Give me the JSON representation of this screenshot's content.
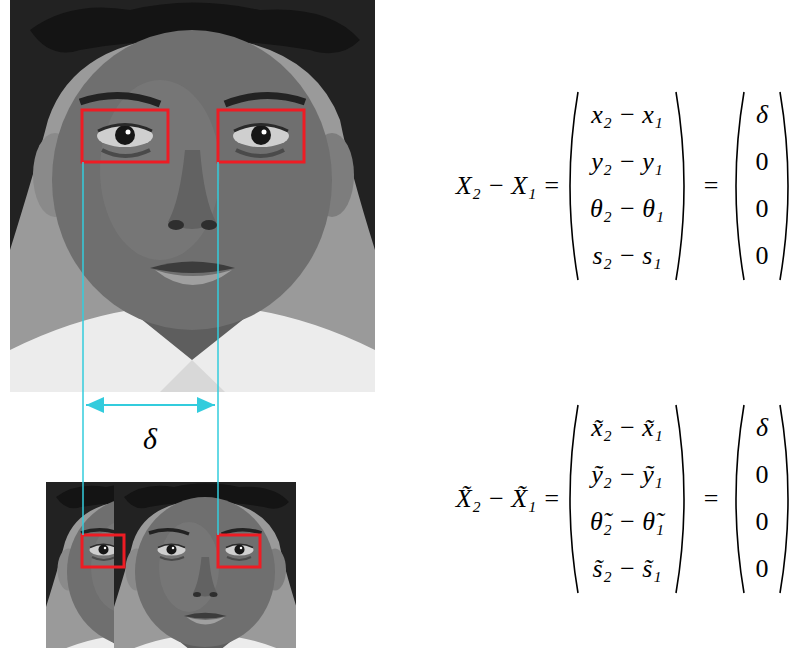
{
  "diagram": {
    "labels": [
      "δ",
      "X₂ − X₁ =",
      "x₂ − x₁",
      "y₂ − y₁",
      "θ₂ − θ₁",
      "s₂ − s₁",
      "=",
      "δ",
      "0",
      "0",
      "0",
      "X̃₂ − X̃₁ =",
      "x̃₂ − x̃₁",
      "ỹ₂ − ỹ₁",
      "θ̃₂ − θ̃₁",
      "s̃₂ − s̃₁",
      "=",
      "δ",
      "0",
      "0",
      "0"
    ]
  }
}
